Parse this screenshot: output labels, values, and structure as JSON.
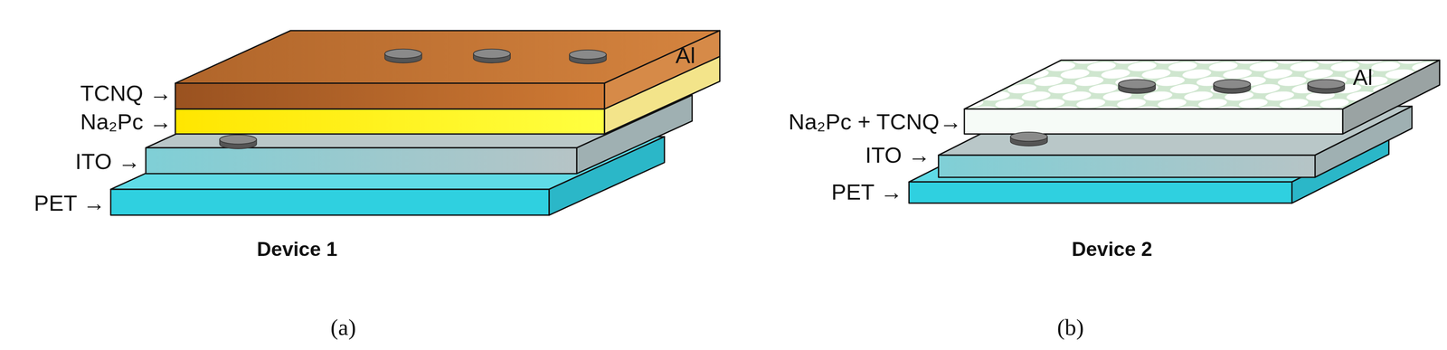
{
  "diagram": {
    "labels": [
      "TCNQ →",
      "Na₂Pc →",
      "ITO →",
      "PET →",
      "Al",
      "Device 1",
      "(a)",
      "Na₂Pc + TCNQ→",
      "ITO →",
      "PET →",
      "Al",
      "Device 2",
      "(b)"
    ]
  }
}
